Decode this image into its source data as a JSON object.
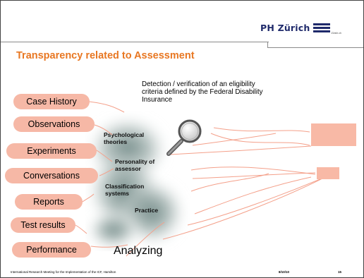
{
  "header": {
    "logo_text": "PH Zürich",
    "logo_subtext": "Zürich.ch",
    "title": "Transparency related to Assessment"
  },
  "detection_text": "Detection / verification of an eligibility criteria defined by the Federal Disability Insurance",
  "sources": [
    "Case History",
    "Observations",
    "Experiments",
    "Conversations",
    "Reports",
    "Test results",
    "Performance"
  ],
  "concepts": [
    "Psychological theories",
    "Personality of assessor",
    "Classification systems",
    "Practice"
  ],
  "analyzing_label": "Analyzing",
  "footer": {
    "conference": "International Research Meeting for the Implementation of the ICF, Hamilton",
    "date": "8/10/10",
    "page": "15"
  },
  "colors": {
    "title": "#e87722",
    "pill": "#f6b8a6",
    "line": "#f4a08a",
    "logo": "#1f2a6b"
  },
  "icons": [
    "magnifier-icon"
  ]
}
